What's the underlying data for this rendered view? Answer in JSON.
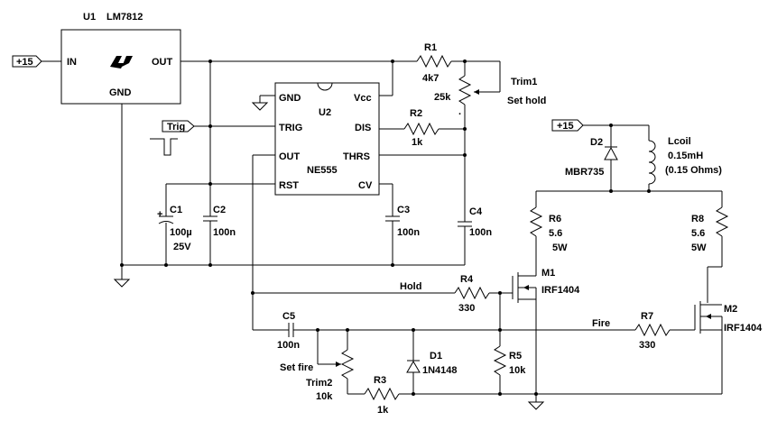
{
  "u1": {
    "ref": "U1",
    "part": "LM7812",
    "pin_in": "IN",
    "pin_out": "OUT",
    "pin_gnd": "GND"
  },
  "u2": {
    "ref": "U2",
    "part": "NE555",
    "pin_gnd": "GND",
    "pin_vcc": "Vcc",
    "pin_trig": "TRIG",
    "pin_dis": "DIS",
    "pin_out": "OUT",
    "pin_thrs": "THRS",
    "pin_rst": "RST",
    "pin_cv": "CV"
  },
  "ports": {
    "plus15_left": "+15",
    "trig": "Trig",
    "plus15_right": "+15"
  },
  "r1": {
    "ref": "R1",
    "value": "4k7"
  },
  "trim1": {
    "ref": "Trim1",
    "value": "25k",
    "note": "Set hold"
  },
  "r2": {
    "ref": "R2",
    "value": "1k"
  },
  "c1": {
    "ref": "C1",
    "value": "100µ",
    "voltage": "25V"
  },
  "c2": {
    "ref": "C2",
    "value": "100n"
  },
  "c3": {
    "ref": "C3",
    "value": "100n"
  },
  "c4": {
    "ref": "C4",
    "value": "100n"
  },
  "c5": {
    "ref": "C5",
    "value": "100n"
  },
  "d1": {
    "ref": "D1",
    "part": "1N4148"
  },
  "d2": {
    "ref": "D2",
    "part": "MBR735"
  },
  "lcoil": {
    "ref": "Lcoil",
    "value": "0.15mH",
    "resistance": "(0.15 Ohms)"
  },
  "r3": {
    "ref": "R3",
    "value": "1k"
  },
  "r4": {
    "ref": "R4",
    "value": "330"
  },
  "r5": {
    "ref": "R5",
    "value": "10k"
  },
  "r6": {
    "ref": "R6",
    "value": "5.6",
    "power": "5W"
  },
  "r7": {
    "ref": "R7",
    "value": "330"
  },
  "r8": {
    "ref": "R8",
    "value": "5.6",
    "power": "5W"
  },
  "m1": {
    "ref": "M1",
    "part": "IRF1404"
  },
  "m2": {
    "ref": "M2",
    "part": "IRF1404"
  },
  "trim2": {
    "ref": "Trim2",
    "value": "10k",
    "note": "Set fire"
  },
  "nets": {
    "hold": "Hold",
    "fire": "Fire"
  }
}
